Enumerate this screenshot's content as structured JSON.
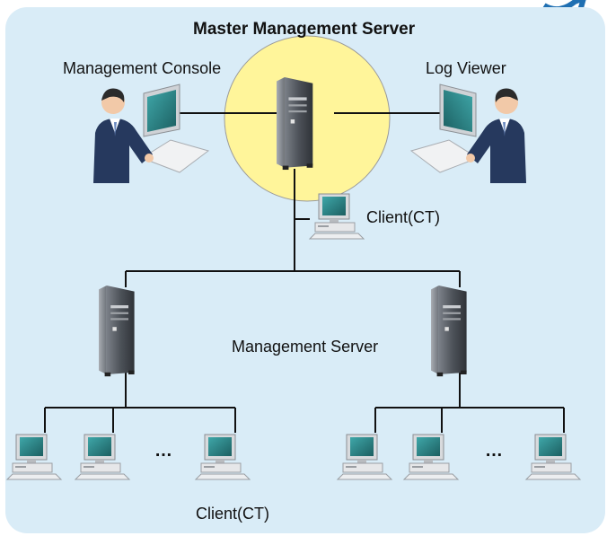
{
  "diagram": {
    "title": "Master Management  Server",
    "labels": {
      "management_console": "Management Console",
      "log_viewer": "Log Viewer",
      "client_top": "Client(CT)",
      "management_server": "Management Server",
      "client_bottom": "Client(CT)",
      "ellipsis_left": "…",
      "ellipsis_right": "…"
    },
    "colors": {
      "background": "#d9ecf7",
      "highlight": "#fff59a",
      "line": "#111111",
      "server_body": "#5a5f66",
      "screen": "#2c8a8c"
    },
    "icons": [
      "server-tower-icon",
      "user-at-computer-icon",
      "desktop-computer-icon",
      "link-arrow-icon"
    ]
  }
}
